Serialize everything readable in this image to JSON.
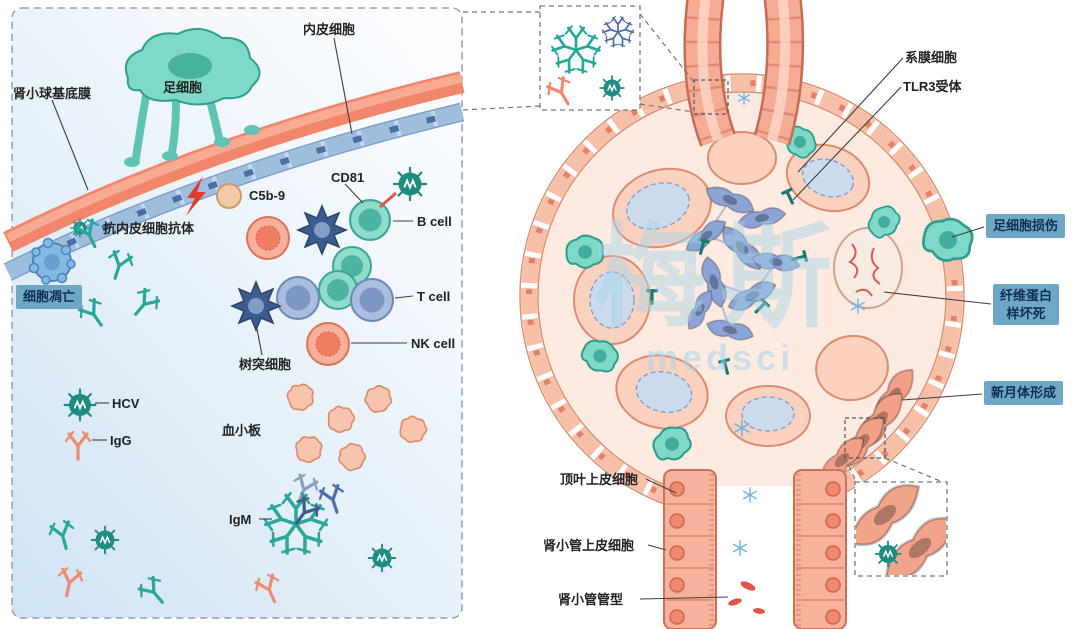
{
  "watermark": {
    "cn": "梅斯",
    "en": "medsci"
  },
  "left_panel": {
    "gbm": "肾小球基底膜",
    "podocyte": "足细胞",
    "endothelial_cell": "内皮细胞",
    "c5b9": "C5b-9",
    "cd81": "CD81",
    "b_cell": "B cell",
    "t_cell": "T cell",
    "nk_cell": "NK cell",
    "dendritic_cell": "树突细胞",
    "anti_endothelial_antibody": "抗内皮细胞抗体",
    "apoptosis": "细胞凋亡",
    "hcv": "HCV",
    "igg": "IgG",
    "platelets": "血小板",
    "igm": "IgM"
  },
  "right_panel": {
    "mesangial_cell": "系膜细胞",
    "tlr3_receptor": "TLR3受体",
    "podocyte_injury": "足细胞损伤",
    "fibrinoid_necrosis_line1": "纤维蛋白",
    "fibrinoid_necrosis_line2": "样坏死",
    "crescent_formation": "新月体形成",
    "parietal_epithelial_cell": "顶叶上皮细胞",
    "tubule_epithelial_cell": "肾小管上皮细胞",
    "tubule_cast": "肾小管管型"
  },
  "colors": {
    "membrane_salmon": "#F2866C",
    "cell_teal": "#2AA79B",
    "cell_blue": "#5878AB",
    "mesangial_purple": "#8DA3D6",
    "tag_background": "#6FA8C7",
    "virus_teal": "#1E8C80",
    "antibody_salmon": "#F08A70",
    "cast_red": "#E0544A",
    "flake_blue": "#74B6E0"
  }
}
